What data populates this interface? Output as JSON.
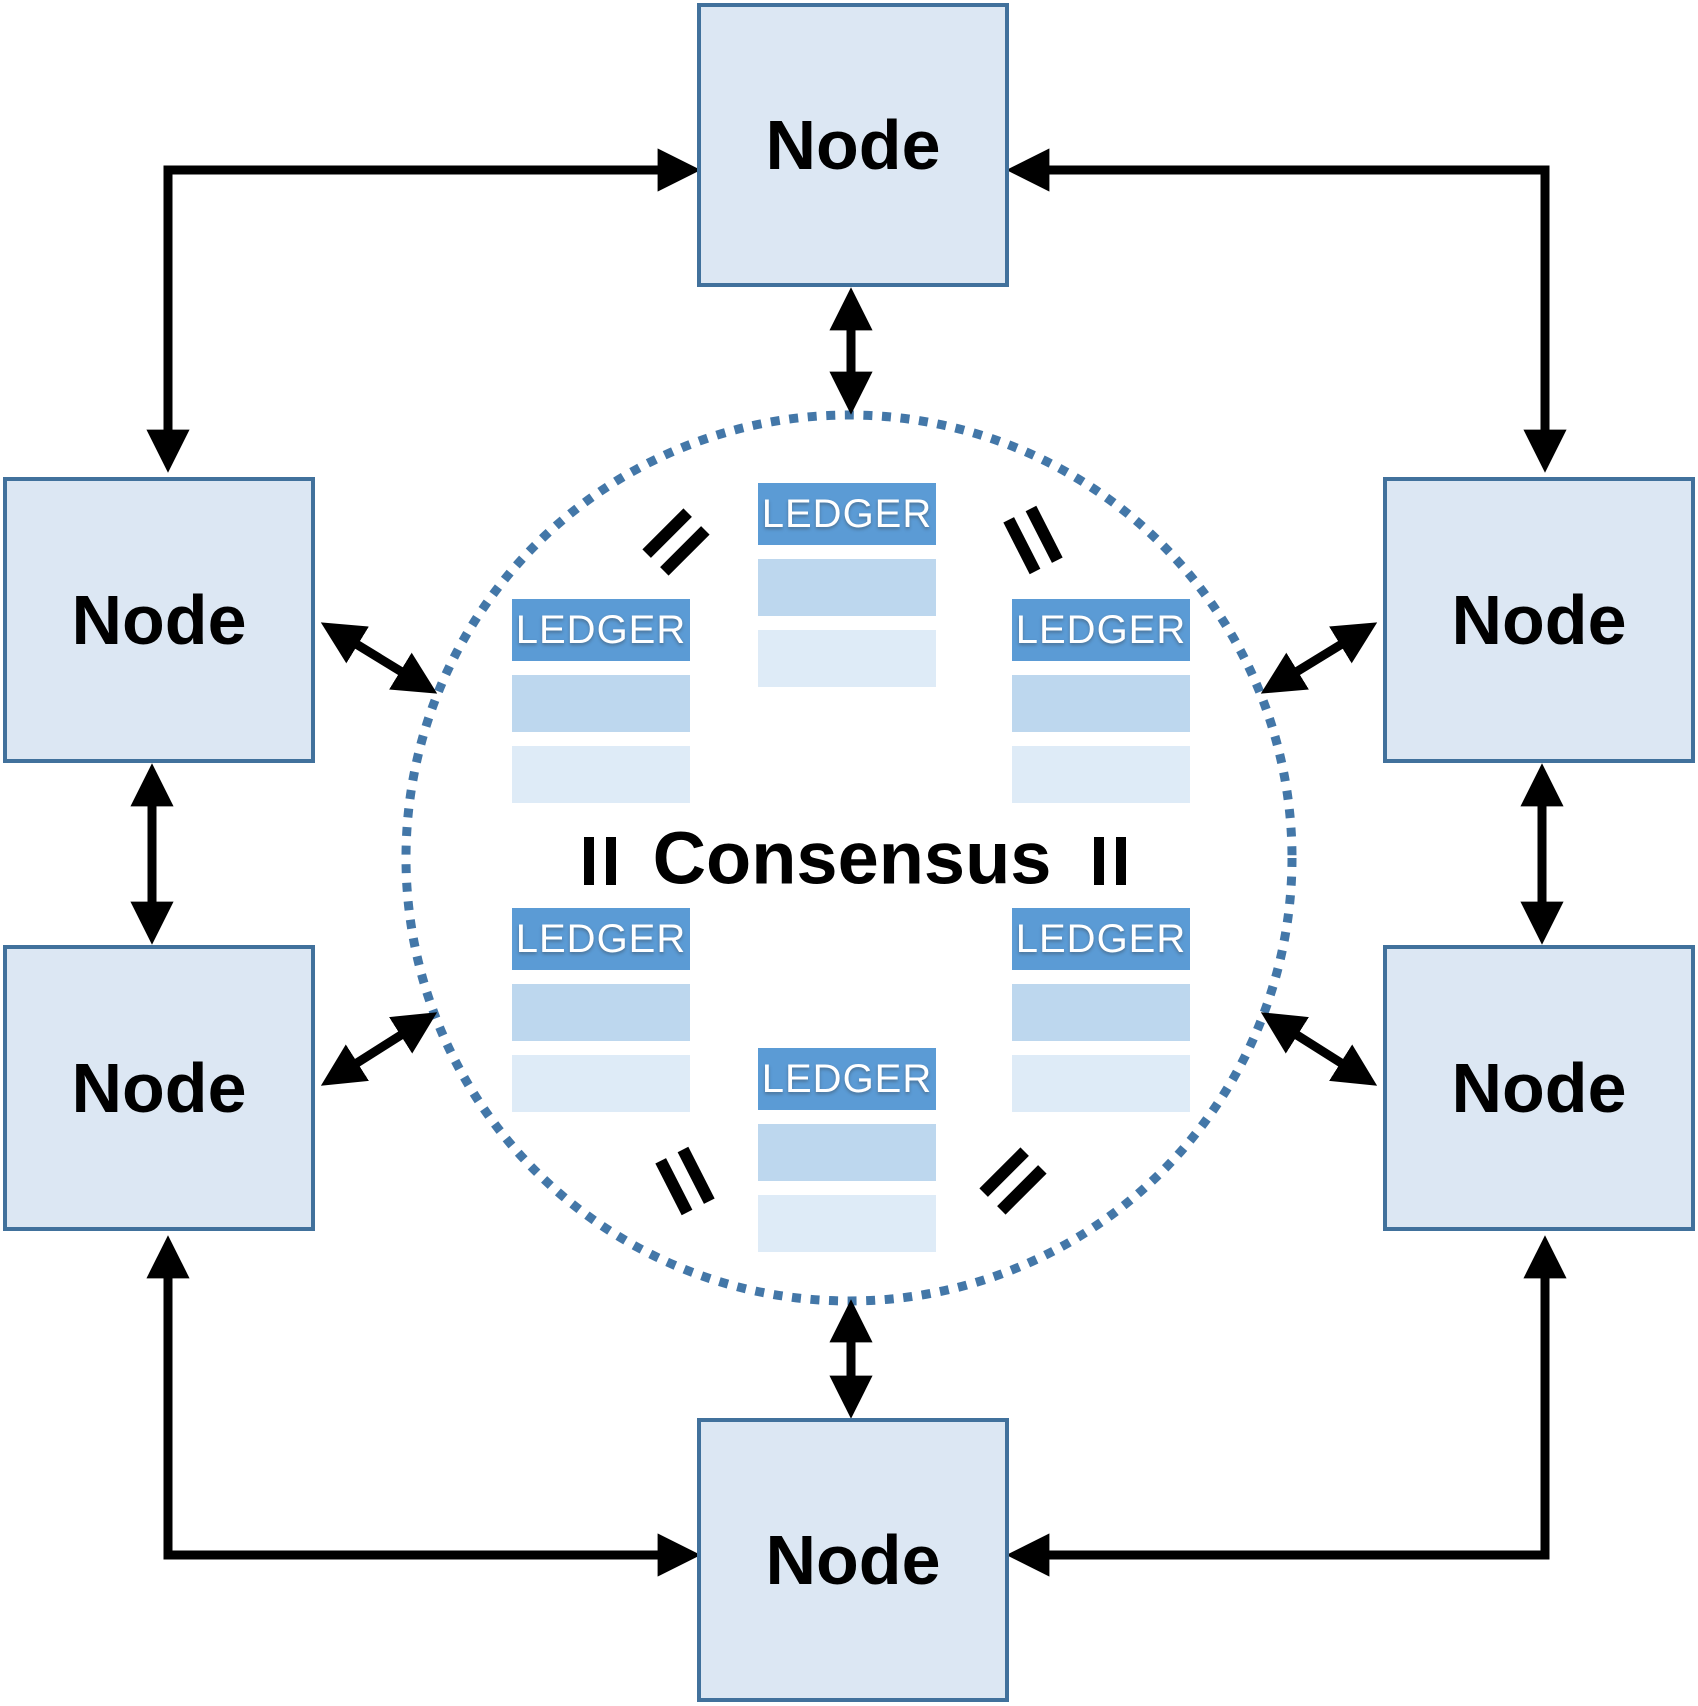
{
  "consensus": {
    "label": "Consensus"
  },
  "nodes": [
    {
      "position": "top",
      "label": "Node"
    },
    {
      "position": "left-upper",
      "label": "Node"
    },
    {
      "position": "right-upper",
      "label": "Node"
    },
    {
      "position": "left-lower",
      "label": "Node"
    },
    {
      "position": "right-lower",
      "label": "Node"
    },
    {
      "position": "bottom",
      "label": "Node"
    }
  ],
  "ledgers": [
    {
      "position": "top-center",
      "label": "LEDGER",
      "rows": 2
    },
    {
      "position": "upper-left",
      "label": "LEDGER",
      "rows": 2
    },
    {
      "position": "upper-right",
      "label": "LEDGER",
      "rows": 2
    },
    {
      "position": "lower-left",
      "label": "LEDGER",
      "rows": 2
    },
    {
      "position": "lower-right",
      "label": "LEDGER",
      "rows": 2
    },
    {
      "position": "bottom-center",
      "label": "LEDGER",
      "rows": 2
    }
  ],
  "equals_signs": {
    "glyph": "=",
    "count": 6
  },
  "colors": {
    "node_fill": "#dce7f3",
    "node_border": "#41719c",
    "ledger_header": "#5b9bd5",
    "ledger_row_medium": "#bdd7ee",
    "ledger_row_light": "#deebf7",
    "circle_dots": "#4377a8",
    "arrow": "#000000",
    "text": "#000000",
    "ledger_text": "#ffffff"
  }
}
